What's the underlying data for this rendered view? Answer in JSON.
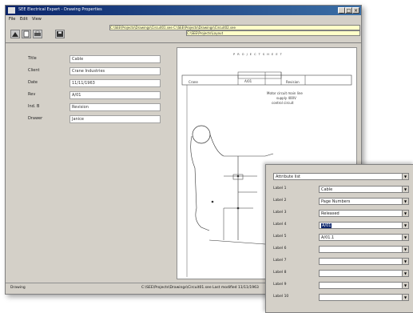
{
  "window": {
    "title": "SEE Electrical Expert - Drawing Properties",
    "minimize_glyph": "_",
    "maximize_glyph": "□",
    "close_glyph": "×"
  },
  "menu": [
    "File",
    "Edit",
    "View"
  ],
  "path_fields": [
    "C:\\SEE\\Projects\\Drawings\\Circuit01.see    C:\\SEE\\Projects\\Drawings\\Circuit02.see",
    "C:\\SEE\\Projects\\Layout"
  ],
  "properties": [
    {
      "label": "Title",
      "value": "Cable"
    },
    {
      "label": "Client",
      "value": "Crane Industries"
    },
    {
      "label": "Date",
      "value": "11/11/1963"
    },
    {
      "label": "Rev",
      "value": "A/01"
    },
    {
      "label": "Ind. B",
      "value": "Revision"
    },
    {
      "label": "Drawer",
      "value": "Janice"
    }
  ],
  "drawing_texts": {
    "sheet_header": "P R O J E C T   S H E E T",
    "tb_1": "Crane",
    "tb_2": "A/01",
    "tb_3": "Revision",
    "note_1": "Motor circuit main line",
    "note_2": "supply 400V",
    "note_3": "control circuit"
  },
  "status": {
    "left": "Drawing",
    "right": "C:\\SEE\\Projects\\Drawings\\Circuit01.see   Last modified 11/11/1963"
  },
  "dialog": {
    "top_value": "Attribute list",
    "rows": [
      {
        "label": "Label 1",
        "value": "Cable"
      },
      {
        "label": "Label 2",
        "value": "Page Numbers"
      },
      {
        "label": "Label 3",
        "value": "Released"
      },
      {
        "label": "Label 4",
        "value": "A/01",
        "selected": true
      },
      {
        "label": "Label 5",
        "value": "A/01.1"
      },
      {
        "label": "Label 6",
        "value": ""
      },
      {
        "label": "Label 7",
        "value": ""
      },
      {
        "label": "Label 8",
        "value": ""
      },
      {
        "label": "Label 9",
        "value": ""
      },
      {
        "label": "Label 10",
        "value": ""
      }
    ],
    "arrow_glyph": "▼"
  }
}
